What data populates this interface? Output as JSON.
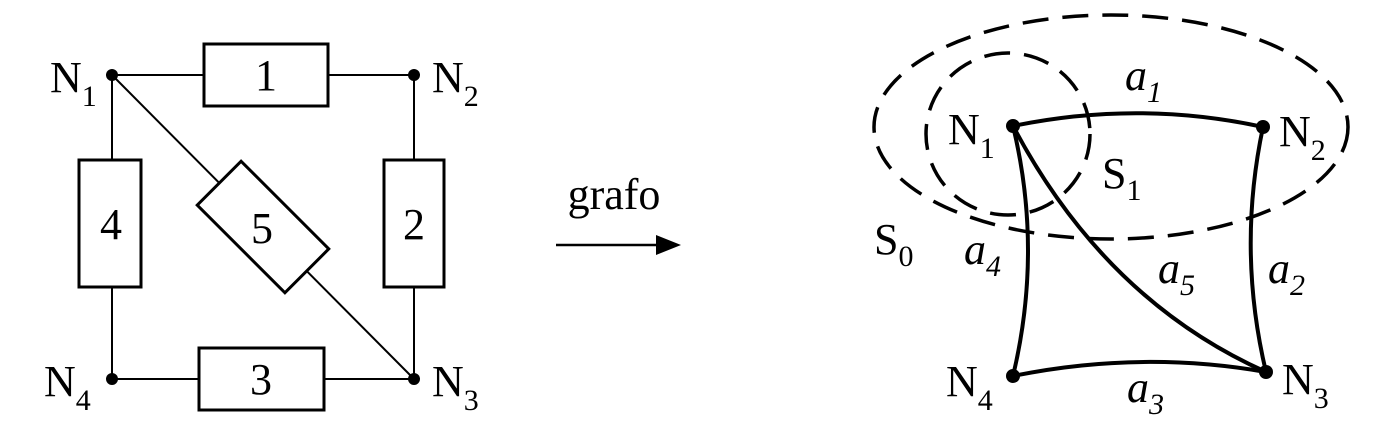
{
  "circuit": {
    "nodes": {
      "n1": {
        "main": "N",
        "sub": "1"
      },
      "n2": {
        "main": "N",
        "sub": "2"
      },
      "n3": {
        "main": "N",
        "sub": "3"
      },
      "n4": {
        "main": "N",
        "sub": "4"
      }
    },
    "elements": {
      "e1": "1",
      "e2": "2",
      "e3": "3",
      "e4": "4",
      "e5": "5"
    }
  },
  "transform": {
    "label": "grafo"
  },
  "graph": {
    "nodes": {
      "n1": {
        "main": "N",
        "sub": "1"
      },
      "n2": {
        "main": "N",
        "sub": "2"
      },
      "n3": {
        "main": "N",
        "sub": "3"
      },
      "n4": {
        "main": "N",
        "sub": "4"
      }
    },
    "edges": {
      "a1": {
        "main": "a",
        "sub": "1"
      },
      "a2": {
        "main": "a",
        "sub": "2"
      },
      "a3": {
        "main": "a",
        "sub": "3"
      },
      "a4": {
        "main": "a",
        "sub": "4"
      },
      "a5": {
        "main": "a",
        "sub": "5"
      }
    },
    "cutsets": {
      "s0": {
        "main": "S",
        "sub": "0"
      },
      "s1": {
        "main": "S",
        "sub": "1"
      }
    }
  }
}
